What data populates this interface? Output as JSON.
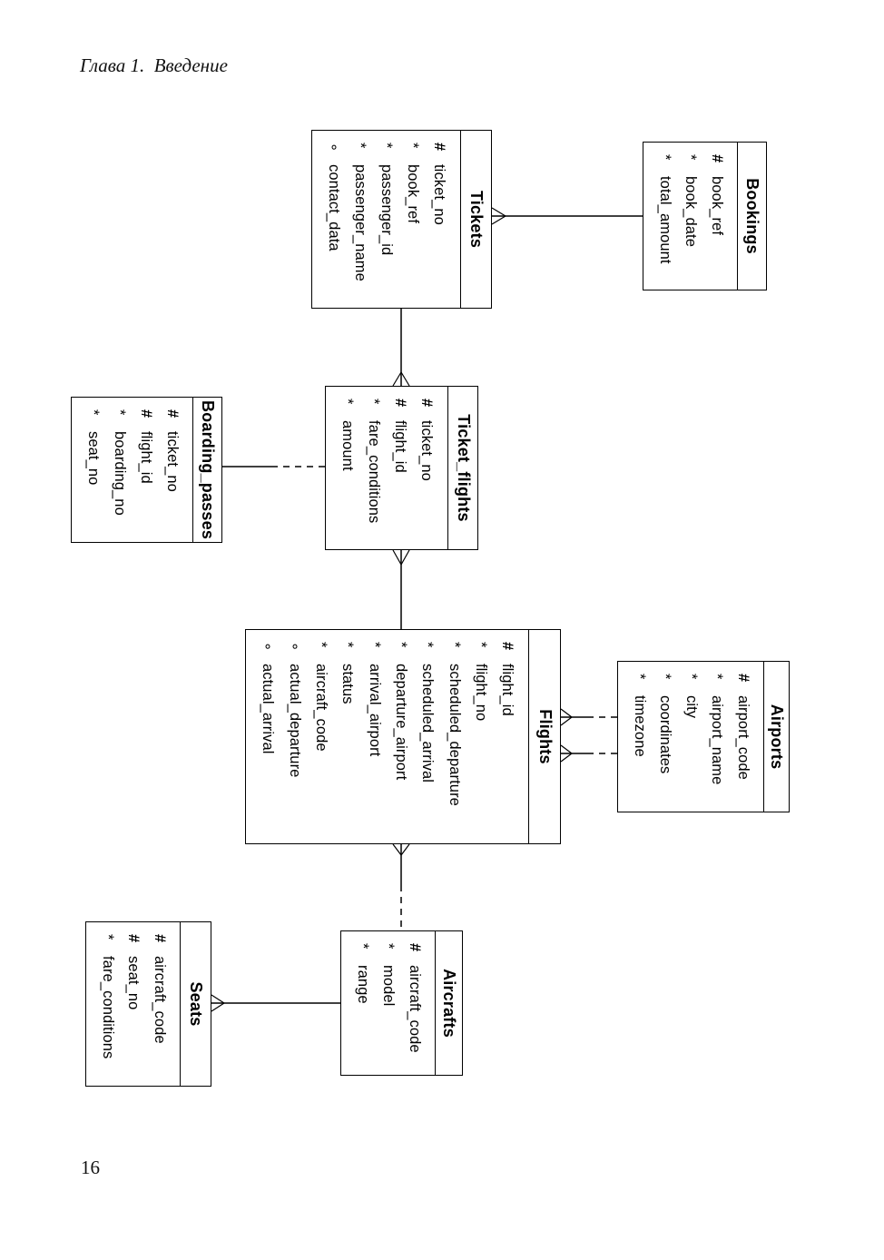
{
  "page": {
    "header": "Глава 1.  Введение",
    "page_number": "16"
  },
  "diagram": {
    "colors": {
      "line": "#000000",
      "background": "#ffffff",
      "text": "#000000"
    },
    "notation": "crow-foot",
    "entities": [
      {
        "id": "bookings",
        "title": "Bookings",
        "columns": [
          {
            "marker": "#",
            "name": "book_ref"
          },
          {
            "marker": "*",
            "name": "book_date"
          },
          {
            "marker": "*",
            "name": "total_amount"
          }
        ]
      },
      {
        "id": "tickets",
        "title": "Tickets",
        "columns": [
          {
            "marker": "#",
            "name": "ticket_no"
          },
          {
            "marker": "*",
            "name": "book_ref"
          },
          {
            "marker": "*",
            "name": "passenger_id"
          },
          {
            "marker": "*",
            "name": "passenger_name"
          },
          {
            "marker": "∘",
            "name": "contact_data"
          }
        ]
      },
      {
        "id": "ticket_flights",
        "title": "Ticket_flights",
        "columns": [
          {
            "marker": "#",
            "name": "ticket_no"
          },
          {
            "marker": "#",
            "name": "flight_id"
          },
          {
            "marker": "*",
            "name": "fare_conditions"
          },
          {
            "marker": "*",
            "name": "amount"
          }
        ]
      },
      {
        "id": "boarding_passes",
        "title": "Boarding_passes",
        "columns": [
          {
            "marker": "#",
            "name": "ticket_no"
          },
          {
            "marker": "#",
            "name": "flight_id"
          },
          {
            "marker": "*",
            "name": "boarding_no"
          },
          {
            "marker": "*",
            "name": "seat_no"
          }
        ]
      },
      {
        "id": "flights",
        "title": "Flights",
        "columns": [
          {
            "marker": "#",
            "name": "flight_id"
          },
          {
            "marker": "*",
            "name": "flight_no"
          },
          {
            "marker": "*",
            "name": "scheduled_departure"
          },
          {
            "marker": "*",
            "name": "scheduled_arrival"
          },
          {
            "marker": "*",
            "name": "departure_airport"
          },
          {
            "marker": "*",
            "name": "arrival_airport"
          },
          {
            "marker": "*",
            "name": "status"
          },
          {
            "marker": "*",
            "name": "aircraft_code"
          },
          {
            "marker": "∘",
            "name": "actual_departure"
          },
          {
            "marker": "∘",
            "name": "actual_arrival"
          }
        ]
      },
      {
        "id": "airports",
        "title": "Airports",
        "columns": [
          {
            "marker": "#",
            "name": "airport_code"
          },
          {
            "marker": "*",
            "name": "airport_name"
          },
          {
            "marker": "*",
            "name": "city"
          },
          {
            "marker": "*",
            "name": "coordinates"
          },
          {
            "marker": "*",
            "name": "timezone"
          }
        ]
      },
      {
        "id": "aircrafts",
        "title": "Aircrafts",
        "columns": [
          {
            "marker": "#",
            "name": "aircraft_code"
          },
          {
            "marker": "*",
            "name": "model"
          },
          {
            "marker": "*",
            "name": "range"
          }
        ]
      },
      {
        "id": "seats",
        "title": "Seats",
        "columns": [
          {
            "marker": "#",
            "name": "aircraft_code"
          },
          {
            "marker": "#",
            "name": "seat_no"
          },
          {
            "marker": "*",
            "name": "fare_conditions"
          }
        ]
      }
    ]
  }
}
